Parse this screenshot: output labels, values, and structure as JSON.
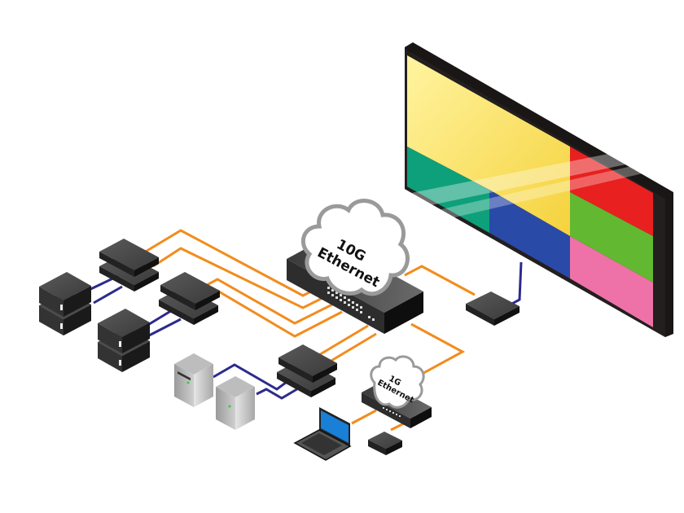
{
  "diagram": {
    "type": "network-topology",
    "colors": {
      "fiber_link": "#F28C1C",
      "video_link": "#2B2B8C",
      "device_dark": "#2E2E2E",
      "cloud_fill": "#FFFFFF",
      "cloud_stroke": "#9A9A9A"
    },
    "nodes": [
      {
        "id": "switch-10g",
        "kind": "network-switch",
        "label": "10G\nEthernet",
        "label_line1": "10G",
        "label_line2": "Ethernet"
      },
      {
        "id": "switch-1g",
        "kind": "network-switch",
        "label": "1G\nEthernet",
        "label_line1": "1G",
        "label_line2": "Ethernet"
      },
      {
        "id": "video-wall",
        "kind": "display",
        "quadrants": [
          "yellow",
          "green-teal",
          "blue",
          "red",
          "green",
          "pink"
        ]
      },
      {
        "id": "decoder",
        "kind": "receiver"
      },
      {
        "id": "encoder-stack-1",
        "kind": "transmitter-pair"
      },
      {
        "id": "encoder-stack-2",
        "kind": "transmitter-pair"
      },
      {
        "id": "encoder-stack-3",
        "kind": "transmitter-pair"
      },
      {
        "id": "source-stack-1",
        "kind": "media-player-pair"
      },
      {
        "id": "source-stack-2",
        "kind": "media-player-pair"
      },
      {
        "id": "server-1",
        "kind": "tower-server"
      },
      {
        "id": "server-2",
        "kind": "tower-server"
      },
      {
        "id": "laptop",
        "kind": "laptop"
      },
      {
        "id": "controller",
        "kind": "control-box"
      }
    ],
    "links": [
      {
        "from": "encoder-stack-1",
        "to": "switch-10g",
        "type": "fiber",
        "count": 2
      },
      {
        "from": "encoder-stack-2",
        "to": "switch-10g",
        "type": "fiber",
        "count": 2
      },
      {
        "from": "encoder-stack-3",
        "to": "switch-10g",
        "type": "fiber",
        "count": 2
      },
      {
        "from": "switch-10g",
        "to": "decoder",
        "type": "fiber",
        "count": 1
      },
      {
        "from": "switch-10g",
        "to": "switch-1g",
        "type": "fiber",
        "count": 1
      },
      {
        "from": "decoder",
        "to": "video-wall",
        "type": "video",
        "count": 1
      },
      {
        "from": "source-stack-1",
        "to": "encoder-stack-1",
        "type": "video",
        "count": 2
      },
      {
        "from": "source-stack-2",
        "to": "encoder-stack-2",
        "type": "video",
        "count": 2
      },
      {
        "from": "server-1",
        "to": "encoder-stack-3",
        "type": "video",
        "count": 1
      },
      {
        "from": "server-2",
        "to": "encoder-stack-3",
        "type": "video",
        "count": 1
      },
      {
        "from": "switch-1g",
        "to": "laptop",
        "type": "fiber",
        "count": 1
      },
      {
        "from": "switch-1g",
        "to": "controller",
        "type": "fiber",
        "count": 1
      }
    ]
  }
}
